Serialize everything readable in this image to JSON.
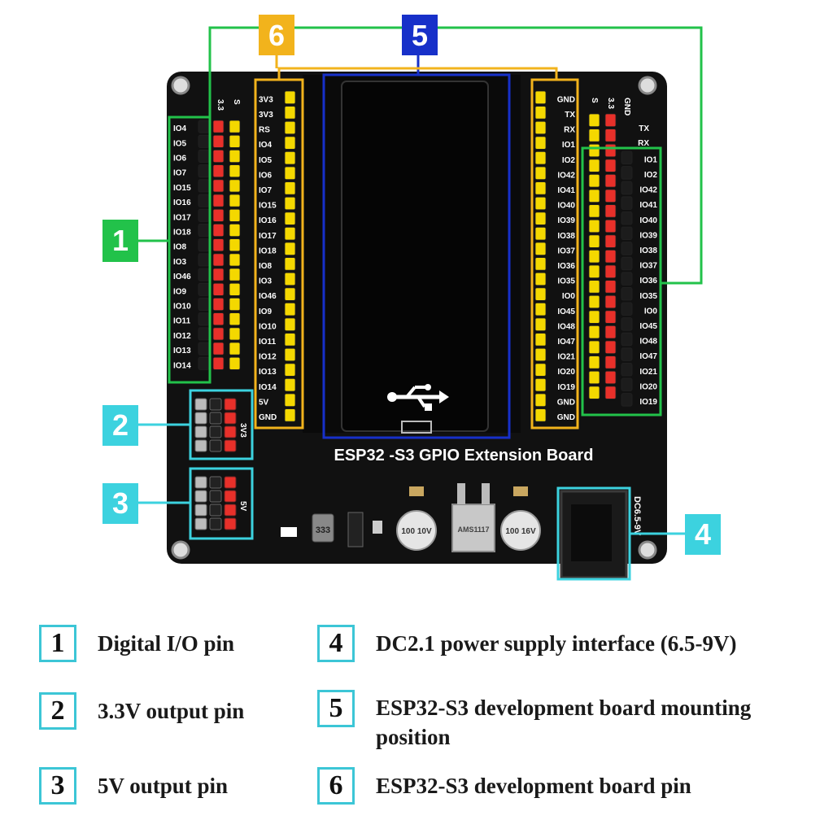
{
  "board": {
    "title": "ESP32 -S3 GPIO Extension Board",
    "left_header": [
      "IO4",
      "IO5",
      "IO6",
      "IO7",
      "IO15",
      "IO16",
      "IO17",
      "IO18",
      "IO8",
      "IO3",
      "IO46",
      "IO9",
      "IO10",
      "IO11",
      "IO12",
      "IO13",
      "IO14"
    ],
    "left_col_heads": [
      "3.3",
      "S"
    ],
    "mid_left_labels": [
      "3V3",
      "3V3",
      "RS",
      "IO4",
      "IO5",
      "IO6",
      "IO7",
      "IO15",
      "IO16",
      "IO17",
      "IO18",
      "IO8",
      "IO3",
      "IO46",
      "IO9",
      "IO10",
      "IO11",
      "IO12",
      "IO13",
      "IO14",
      "5V",
      "GND"
    ],
    "mid_right_labels": [
      "GND",
      "TX",
      "RX",
      "IO1",
      "IO2",
      "IO42",
      "IO41",
      "IO40",
      "IO39",
      "IO38",
      "IO37",
      "IO36",
      "IO35",
      "IO0",
      "IO45",
      "IO48",
      "IO47",
      "IO21",
      "IO20",
      "IO19",
      "GND",
      "GND"
    ],
    "right_header": [
      "IO1",
      "IO2",
      "IO42",
      "IO41",
      "IO40",
      "IO39",
      "IO38",
      "IO37",
      "IO36",
      "IO35",
      "IO0",
      "IO45",
      "IO48",
      "IO47",
      "IO21",
      "IO20",
      "IO19"
    ],
    "right_top_labels": [
      "TX",
      "RX"
    ],
    "right_col_heads": [
      "S",
      "3.3",
      "GND"
    ],
    "power_33": "3V3",
    "power_5": "5V",
    "dc_label": "DC6.5-9V",
    "cap_left": "100 10V",
    "cap_right": "100 16V",
    "regulator": "AMS1117",
    "inductor": "333",
    "usb_icon": "usb-icon"
  },
  "callouts": {
    "c1": "1",
    "c2": "2",
    "c3": "3",
    "c4": "4",
    "c5": "5",
    "c6": "6"
  },
  "colors": {
    "board": "#111111",
    "green": "#22c24a",
    "cyan": "#3cd2df",
    "orange": "#f2b31c",
    "blue": "#1730c9",
    "pin_red": "#e8302a",
    "pin_yellow": "#f4d800"
  },
  "legend": [
    {
      "num": "1",
      "text": "Digital I/O pin"
    },
    {
      "num": "2",
      "text": "3.3V output pin"
    },
    {
      "num": "3",
      "text": "5V output pin"
    },
    {
      "num": "4",
      "text": "DC2.1 power supply interface (6.5-9V)"
    },
    {
      "num": "5",
      "text": "ESP32-S3 development board mounting position"
    },
    {
      "num": "6",
      "text": "ESP32-S3 development board pin"
    }
  ]
}
